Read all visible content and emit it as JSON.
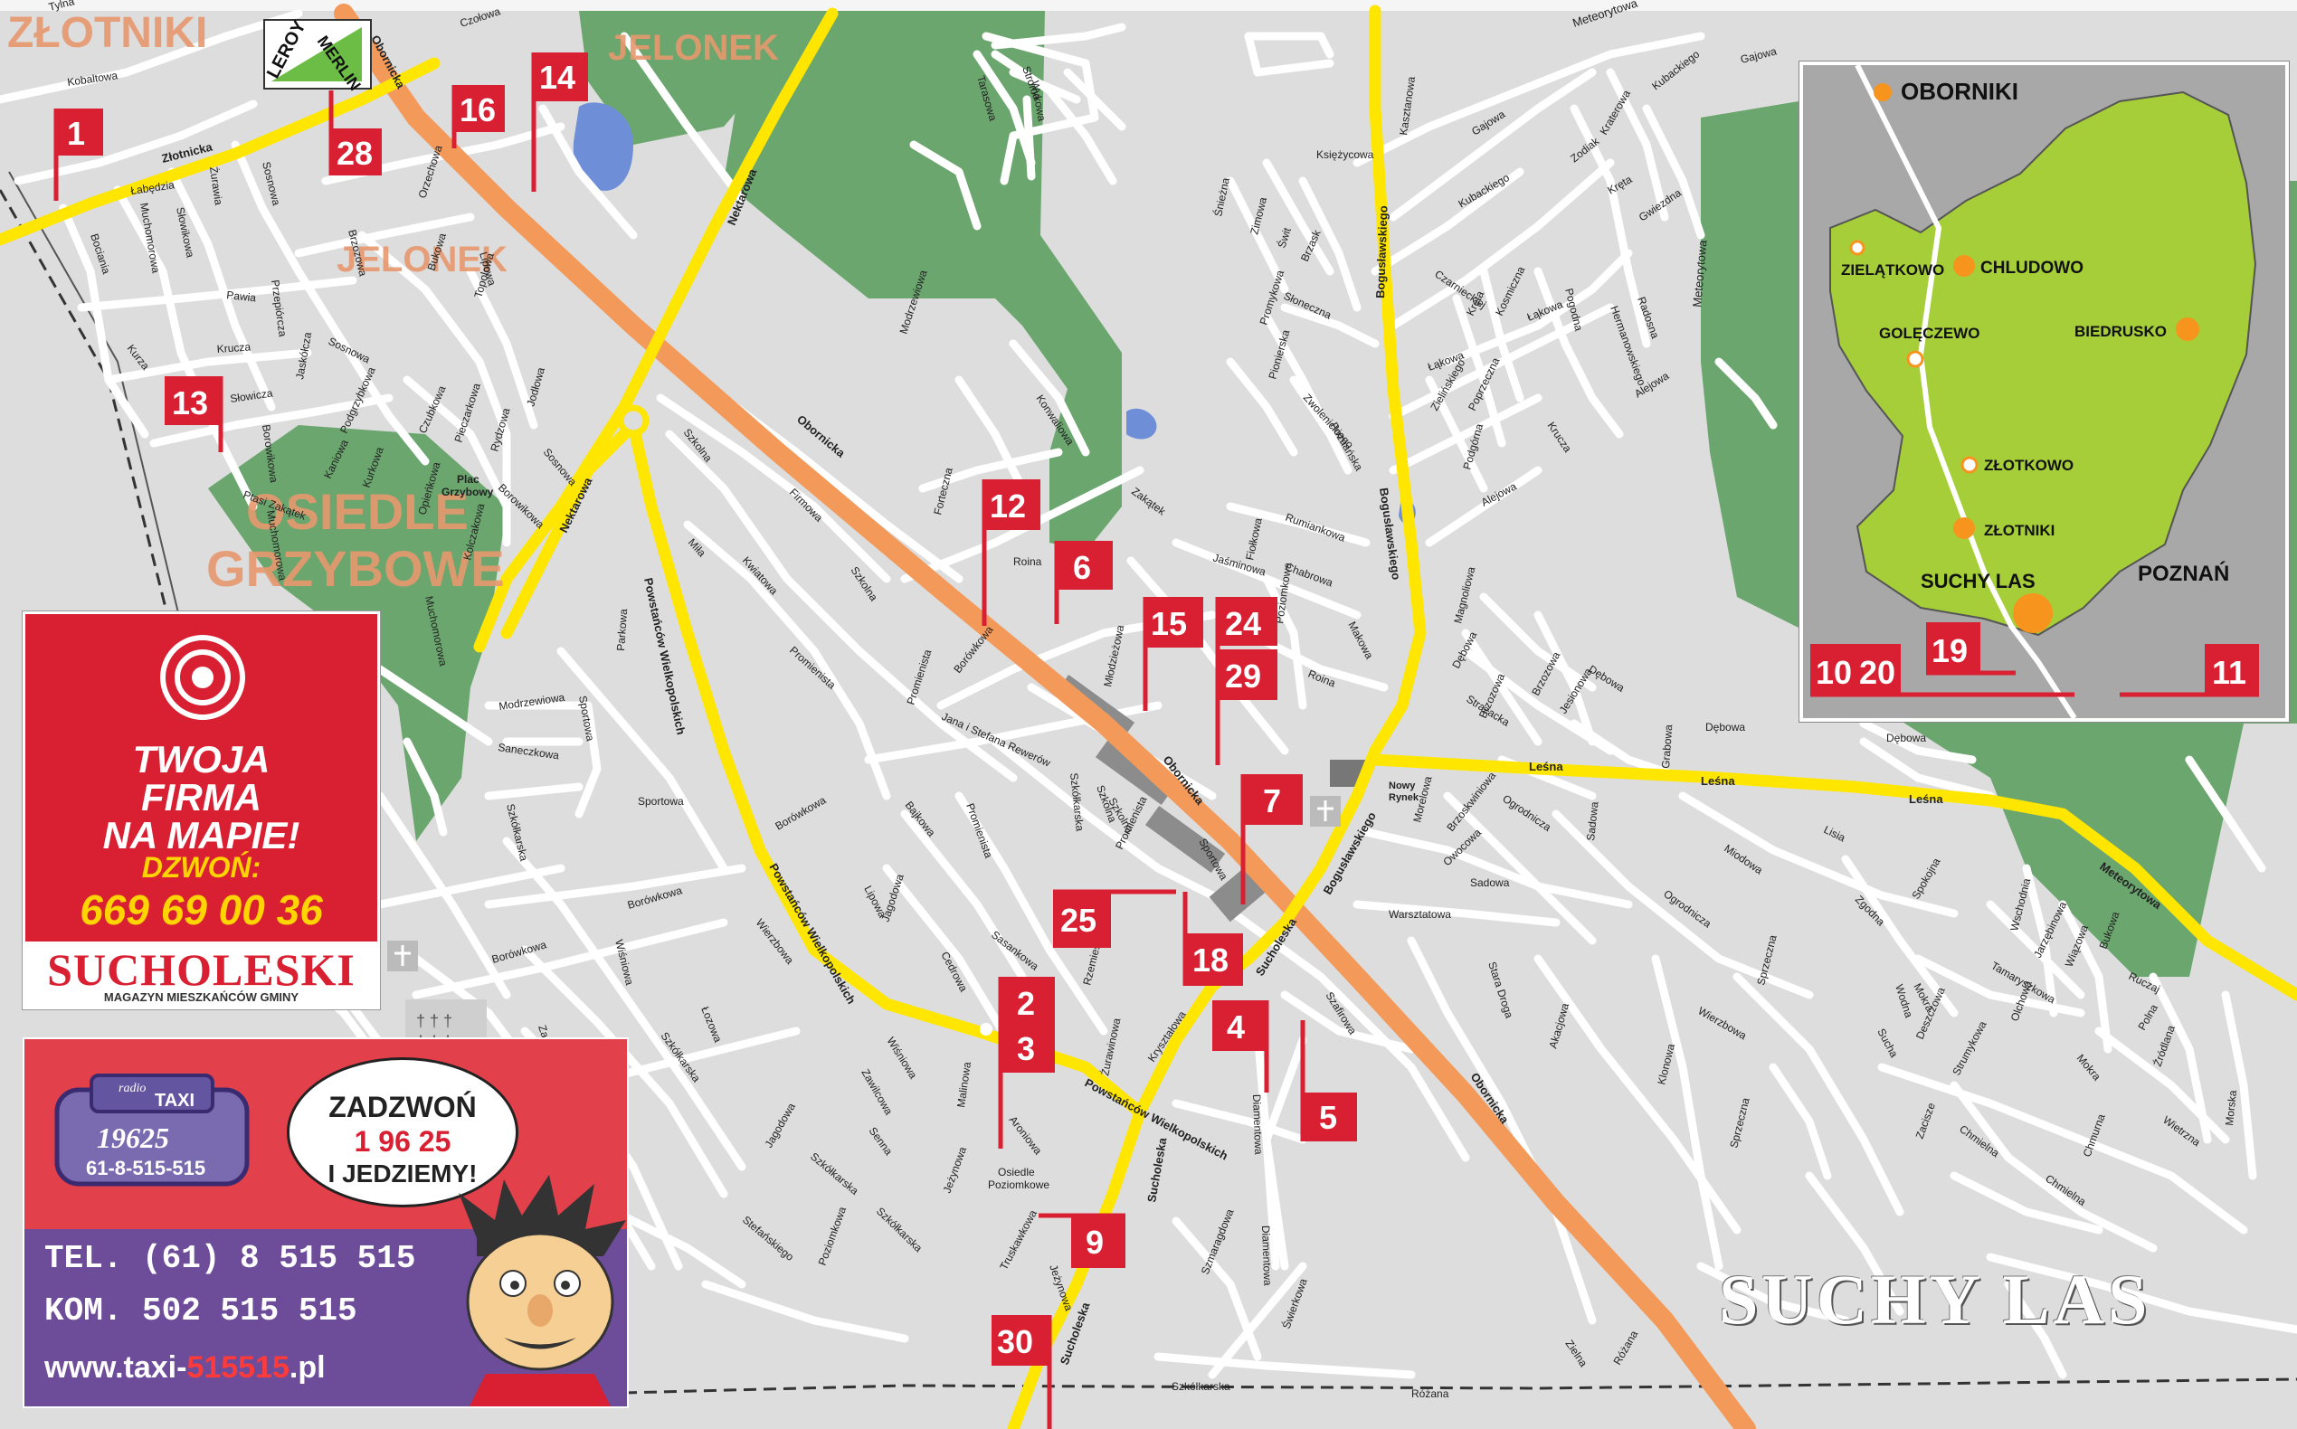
{
  "map": {
    "districts": {
      "zlotniki": "ZŁOTNIKI",
      "jelonek_top": "JELONEK",
      "jelonek_mid": "JELONEK",
      "osiedle_1": "OSIEDLE",
      "osiedle_2": "GRZYBOWE"
    },
    "brand": {
      "leroy": "LEROY",
      "merlin": "MERLIN"
    },
    "streets": {
      "obornicka_a": "Obornicka",
      "obornicka_b": "Obornicka",
      "obornicka_c": "Obornicka",
      "obornicka_d": "Obornicka",
      "zlotnicka": "Złotnicka",
      "nektarowa_a": "Nektarowa",
      "nektarowa_b": "Nektarowa",
      "powst_a": "Powstańców Wielkopolskich",
      "powst_b": "Powstańców Wielkopolskich",
      "powst_c": "Powstańców Wielkopolskich",
      "boguslawskiego_a": "Bogusławskiego",
      "boguslawskiego_b": "Bogusławskiego",
      "boguslawskiego_c": "Bogusławskiego",
      "sucholeska_a": "Sucholeska",
      "sucholeska_b": "Sucholeska",
      "sucholeska_c": "Sucholeska",
      "lesna_a": "Leśna",
      "lesna_b": "Leśna",
      "lesna_c": "Leśna",
      "meteorytowa": "Meteorytowa",
      "meteorytowa_top": "Meteorytowa",
      "meteorytowa_v": "Meteorytowa",
      "szkolna_a": "Szkolna",
      "szkolna_b": "Szkolna",
      "szkolna_c": "Szkolna",
      "roina_a": "Roina",
      "roina_b": "Roina",
      "firmowa": "Firmowa",
      "mila": "Miła",
      "kwiatowa": "Kwiatowa",
      "promienista_a": "Promienista",
      "promienista_b": "Promienista",
      "borowkowa_a": "Borówkowa",
      "borowkowa_b": "Borówkowa",
      "borowkowa_c": "Borówkowa",
      "borowkowa_d": "Borówkowa",
      "sportowa_a": "Sportowa",
      "sportowa_b": "Sportowa",
      "parkowa": "Parkowa",
      "modrzewiowa_a": "Modrzewiowa",
      "modrzewiowa_b": "Modrzewiowa",
      "saneczkowa": "Saneczkowa",
      "szkolkarska_a": "Szkółkarska",
      "szkolkarska_b": "Szkółkarska",
      "szkolkarska_c": "Szkółkarska",
      "szkolkarska_d": "Szkółkarska",
      "zachodnia": "Zachodnia",
      "wisniowa_a": "Wiśniowa",
      "wisniowa_b": "Wiśniowa",
      "lozowa": "Łozowa",
      "wierzbowa": "Wierzbowa",
      "jagodowa_a": "Jagodowa",
      "jagodowa_b": "Jagodowa",
      "zawilcowa": "Zawilcowa",
      "senna": "Senna",
      "ziemniaczana": "Poziomkowa",
      "stefanskiego": "Stefańskiego",
      "malinowa": "Malinowa",
      "aroniowa": "Aroniowa",
      "jezynowa_a": "Jeżynowa",
      "jezynowa_b": "Jeżynowa",
      "truskawkowa": "Truskawkowa",
      "osiedle_poz_1": "Osiedle",
      "osiedle_poz_2": "Poziomkowe",
      "zurawinowa": "Żurawinowa",
      "rzemieslnicza": "Rzemieślnicza",
      "ssanowa": "Sasankowa",
      "cedrowa": "Cedrowa",
      "lipowa": "Lipowa",
      "bajkowa": "Bajkowa",
      "jana_stefana": "Jana i Stefana Rewerów",
      "promienista_c": "Promienista",
      "modrzewiowa_c": "Młodzieżowa",
      "jasminowa": "Jaśminowa",
      "zakatek": "Zakątek",
      "konwaliowa": "Konwaliowa",
      "kosciana": "Forteczna",
      "chabrowa": "Chabrowa",
      "fiolkowa": "Fiołkowa",
      "rumiankowa": "Rumiankowa",
      "makowa": "Makowa",
      "poziomkowa_b": "Poziomkowa",
      "krysztalowa": "Kryształowa",
      "diamentowa_a": "Diamentowa",
      "diamentowa_b": "Diamentowa",
      "szafirowa": "Szafirowa",
      "szmaragdowa": "Szmaragdowa",
      "swierkowa": "Świerkowa",
      "szkolkarska_e": "Szkółkarska",
      "rozana": "Różana",
      "rozana_b": "Różana",
      "zielna": "Zielna",
      "akacjowa": "Akacjowa",
      "stara_droga": "Stara Droga",
      "warsztatowa": "Warsztatowa",
      "sadowa_a": "Sadowa",
      "sadowa_b": "Sadowa",
      "ogrodnicza_a": "Ogrodnicza",
      "ogrodnicza_b": "Ogrodnicza",
      "owocowa": "Owocowa",
      "brzoskwiniowa": "Brzoskwiniowa",
      "morelowa": "Morelowa",
      "miodowa": "Miodowa",
      "debowa_a": "Dębowa",
      "debowa_b": "Dębowa",
      "debowa_c": "Dębowa",
      "grabowa": "Grabowa",
      "brzozowa_a": "Brzozowa",
      "brzozowa_b": "Brzozowa",
      "jesionowa": "Jesionowa",
      "magnoliowa": "Magnoliowa",
      "strazacka": "Strażacka",
      "lisia": "Lisia",
      "zgodna": "Zgodna",
      "spokojna": "Spokojna",
      "wschodnia": "Wschodnia",
      "jarzebinowa": "Jarzębinowa",
      "wiazowa": "Wiązowa",
      "bukowa_a": "Bukowa",
      "taminowa": "Tamaryszkowa",
      "olchowa": "Olchowa",
      "wodna": "Wodna",
      "mokra_a": "Mokra",
      "mokra_b": "Mokra",
      "suchata": "Sucha",
      "deszczowa": "Deszczowa",
      "strumykowa": "Strumykowa",
      "zacisze": "Zacisze",
      "chmielna_a": "Chmielna",
      "chmielna_b": "Chmielna",
      "chmurna": "Chmurna",
      "wietrzna": "Wietrzna",
      "morska": "Morska",
      "ruczaj": "Ruczaj",
      "polna": "Polna",
      "zrodlana": "Źródlana",
      "kwiatowa_b": "Klonowa",
      "sprzeczna": "Sprzeczna",
      "wierzbowa_b": "Wierzbowa",
      "szkolkarska_f": "Szkółkarska",
      "gajowa_a": "Gajowa",
      "gajowa_b": "Gajowa",
      "kasztanowa": "Kasztanowa",
      "ksiezycowa": "Księżycowa",
      "kubackiego_a": "Kubackiego",
      "kubackiego_b": "Kubackiego",
      "zodiak": "Zodiak",
      "krakowska": "Kraterowa",
      "kreta": "Kręta",
      "gwiezdna": "Gwiezdna",
      "sniezna": "Śnieżna",
      "zimowa": "Zimowa",
      "swit": "Świt",
      "sloneczna": "Słoneczna",
      "brzask": "Brzask",
      "czarnieckiej": "Czarnieckiej",
      "kosmiczna": "Kosmiczna",
      "podgorna": "Pogodna",
      "hermanowskiego": "Hermanowskiego",
      "jedyna": "Łąkowa",
      "lakowa": "Łąkowa",
      "kreta_b": "Kręta",
      "zielinskiego": "Zielińskiego",
      "poprzeczna": "Poprzeczna",
      "podgorna_b": "Podgórna",
      "alejowa_a": "Alejowa",
      "alejowa_b": "Alejowa",
      "krucza_b": "Krucza",
      "radosna": "Radosna",
      "promykowa": "Promykowa",
      "zwolenickiego": "Zwolenickiego",
      "pionierska": "Pionierska",
      "poznanska": "Poznańska",
      "stroma": "Stroma",
      "wykowa": "Wykowa",
      "tarasowa": "Tarasowa",
      "czolowa": "Czołowa",
      "tylna": "Tylna",
      "kobaltowa": "Kobaltowa",
      "zurawia": "Żurawia",
      "lobedzia": "Łabędzia",
      "muchomorowa_a": "Muchomorowa",
      "slowikowa": "Słowikowa",
      "sosnowa_a": "Sosnowa",
      "pawia": "Pawia",
      "przepiorcza": "Przepiórcza",
      "krucza": "Krucza",
      "kurza": "Kurza",
      "slowicza": "Słowicza",
      "ptasi_zakat": "Ptasi Zakątek",
      "borowkowa_e": "Borowikowa",
      "jaskolcza": "Jaskółcza",
      "sosnowa_b": "Sosnowa",
      "podgrzybkowa": "Podgrzybkowa",
      "muchomorowa_b": "Muchomorowa",
      "czubkowa": "Czubkowa",
      "piaskowa": "Pieczarkowa",
      "rydzowa": "Rydzowa",
      "borowikowa": "Borowikowa",
      "jodlowa": "Jodłowa",
      "sosnowa_c": "Sosnowa",
      "krolewska": "Kolczakowa",
      "opienkowa": "Opieńkowa",
      "kurkowa": "Kurkowa",
      "kaniowa": "Kaniowa",
      "plac_1": "Plac",
      "plac_2": "Grzybowy",
      "brzozowa_c": "Brzozowa",
      "orzechowa": "Orzechowa",
      "bukowa_b": "Bukowa",
      "lipowa_b": "Lipowa",
      "topolowa": "Topolowa",
      "bociania": "Bociania",
      "muchomorowa_c": "Muchomorowa",
      "nowy_rynek_1": "Nowy",
      "nowy_rynek_2": "Rynek"
    },
    "flags": [
      "1",
      "28",
      "16",
      "14",
      "13",
      "12",
      "6",
      "15",
      "24",
      "29",
      "7",
      "25",
      "18",
      "2",
      "3",
      "4",
      "5",
      "9",
      "30"
    ]
  },
  "inset": {
    "towns": {
      "oborniki": "OBORNIKI",
      "chludowo": "CHLUDOWO",
      "zielatkowo": "ZIELĄTKOWO",
      "goleczewo": "GOLĘCZEWO",
      "biedrusko": "BIEDRUSKO",
      "zlotkowo": "ZŁOTKOWO",
      "zlotniki": "ZŁOTNIKI",
      "suchy_las": "SUCHY LAS",
      "poznan": "POZNAŃ"
    },
    "flags": {
      "f10": "10",
      "f20": "20",
      "f19": "19",
      "f11": "11"
    },
    "colors": {
      "land": "#a6ce39",
      "water_bg": "#a8a8a8",
      "town_dot": "#f7941d"
    }
  },
  "ads": {
    "firma": {
      "line1": "TWOJA",
      "line2": "FIRMA",
      "line3": "NA MAPIE!",
      "call": "DZWOŃ:",
      "phone": "669 69 00 36",
      "logo": "SUCHOLESKI",
      "logo_sub": "MAGAZYN MIESZKAŃCÓW GMINY"
    },
    "taxi": {
      "sign_top": "radio",
      "sign_mid": "TAXI",
      "sign_num": "19625",
      "sign_bottom": "61-8-515-515",
      "bubble1": "ZADZWOŃ",
      "bubble2": "1 96 25",
      "bubble3": "I JEDZIEMY!",
      "tel": "TEL. (61) 8 515 515",
      "kom": "KOM.  502 515 515",
      "web_a": "www.taxi-",
      "web_b": "515515",
      "web_c": ".pl"
    }
  },
  "title": "SUCHY LAS",
  "colors": {
    "road_main": "#ffe600",
    "road_express": "#f39a5b",
    "forest": "#6aa66e",
    "lake": "#6f8ed8",
    "flag": "#d91f32"
  }
}
